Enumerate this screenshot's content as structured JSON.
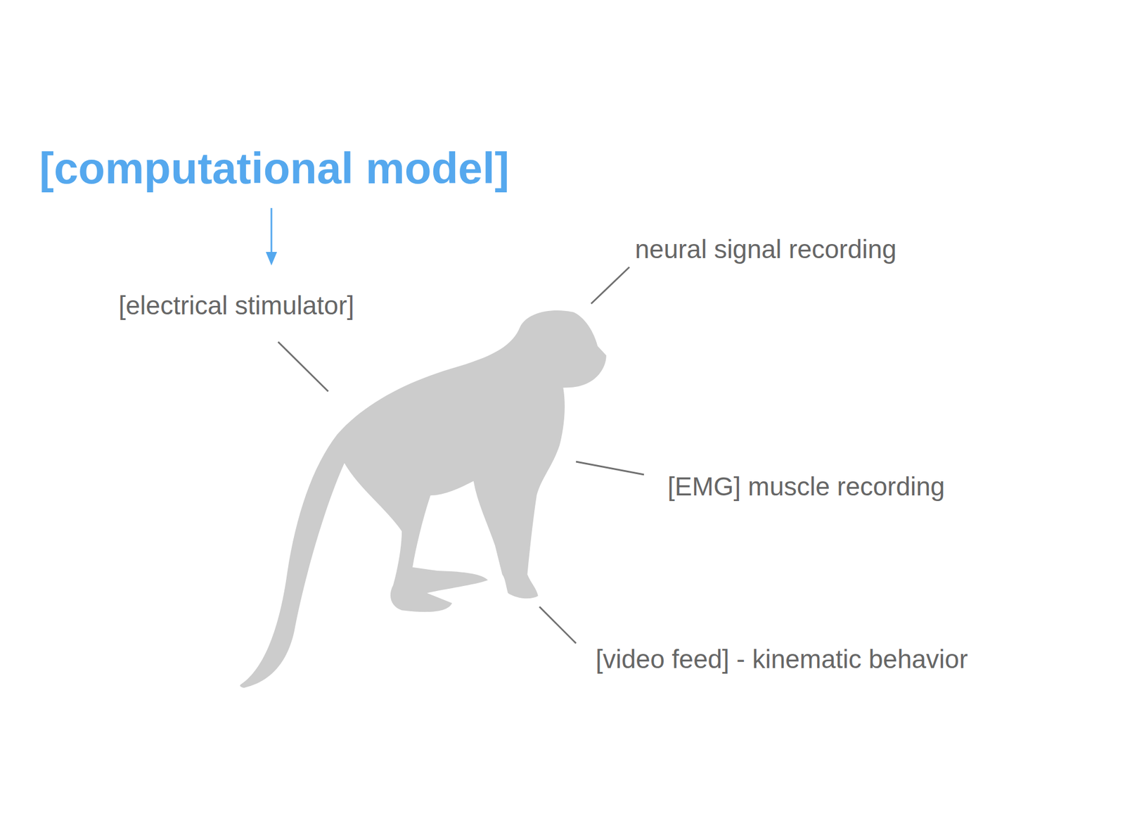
{
  "diagram": {
    "labels": [
      "[computational model]",
      "[electrical stimulator]",
      "neural signal recording",
      "[EMG] muscle recording",
      "[video feed] - kinematic behavior"
    ]
  }
}
